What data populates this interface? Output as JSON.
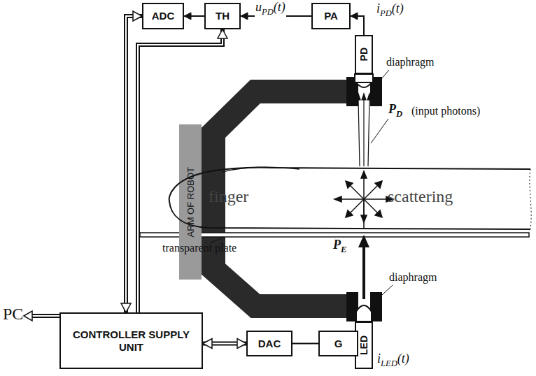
{
  "diagram": {
    "nodes": [
      {
        "text": [
          "ADC"
        ]
      },
      {
        "text": [
          "TH"
        ]
      },
      {
        "text": [
          "PA"
        ]
      },
      {
        "text": [
          "PD"
        ]
      },
      {
        "text": [
          "LED"
        ]
      },
      {
        "text": [
          "G"
        ]
      },
      {
        "text": [
          "DAC"
        ]
      },
      {
        "text": [
          "CONTROLLER SUPPLY UNIT"
        ]
      },
      {
        "text": [
          "ARM OF ROBOT"
        ]
      },
      {
        "text": [
          "finger",
          "scattering"
        ]
      }
    ],
    "edges": [
      {
        "from": 1,
        "to": 0,
        "arrow": "to"
      },
      {
        "from": 2,
        "to": 1,
        "arrow": "to",
        "label": "uPD(t)"
      },
      {
        "from": 3,
        "to": 2,
        "arrow": "to",
        "label": "iPD(t)"
      },
      {
        "from": 7,
        "to": 0,
        "arrow": "both"
      },
      {
        "from": 7,
        "to": 1,
        "arrow": "to"
      },
      {
        "from": 7,
        "to": 6,
        "arrow": "both"
      },
      {
        "from": 6,
        "to": 5,
        "arrow": "none"
      },
      {
        "from": 5,
        "to": 4,
        "arrow": "none",
        "label": "iLED(t)"
      }
    ],
    "labels": [
      "PC",
      "diaphragm",
      "PD",
      "(input photons)",
      "transparent plate",
      "PE",
      "diaphragm"
    ]
  }
}
